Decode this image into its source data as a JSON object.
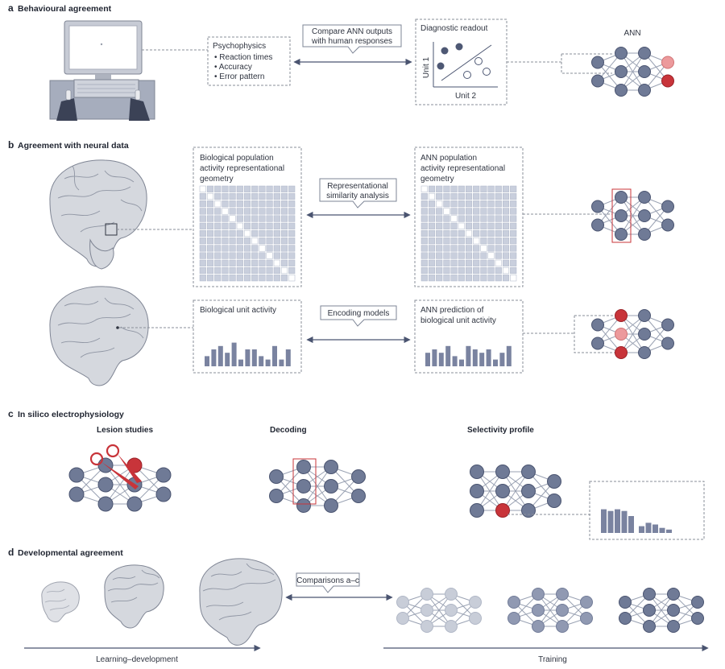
{
  "panels": {
    "a": {
      "letter": "a",
      "title": "Behavioural agreement"
    },
    "b": {
      "letter": "b",
      "title": "Agreement with neural data"
    },
    "c": {
      "letter": "c",
      "title": "In silico electrophysiology"
    },
    "d": {
      "letter": "d",
      "title": "Developmental agreement"
    }
  },
  "a": {
    "psychophysics_title": "Psychophysics",
    "psychophysics_items": [
      "• Reaction times",
      "• Accuracy",
      "• Error pattern"
    ],
    "callout_line1": "Compare ANN outputs",
    "callout_line2": "with human responses",
    "readout_title": "Diagnostic readout",
    "unit1": "Unit 1",
    "unit2": "Unit 2",
    "ann_label": "ANN"
  },
  "b": {
    "bio_rsm_title": [
      "Biological population",
      "activity representational",
      "geometry"
    ],
    "ann_rsm_title": [
      "ANN population",
      "activity representational",
      "geometry"
    ],
    "rsa_callout": [
      "Representational",
      "similarity analysis"
    ],
    "bio_unit_title": "Biological unit activity",
    "ann_pred_title": [
      "ANN prediction of",
      "biological unit activity"
    ],
    "enc_callout": "Encoding models",
    "bio_bars": [
      3,
      5,
      6,
      4,
      7,
      2,
      5,
      5,
      3,
      2,
      6,
      2,
      5
    ],
    "ann_bars": [
      4,
      5,
      4,
      6,
      3,
      2,
      6,
      5,
      4,
      5,
      2,
      4,
      6
    ]
  },
  "c": {
    "lesion_title": "Lesion studies",
    "decoding_title": "Decoding",
    "selectivity_title": "Selectivity profile",
    "sel_strong_bars": [
      7,
      6.5,
      7,
      6.5,
      5
    ],
    "sel_weak_bars": [
      2,
      3,
      2.5,
      1.5,
      1
    ]
  },
  "d": {
    "callout": "Comparisons a–c",
    "axis_left": "Learning–development",
    "axis_right": "Training"
  }
}
